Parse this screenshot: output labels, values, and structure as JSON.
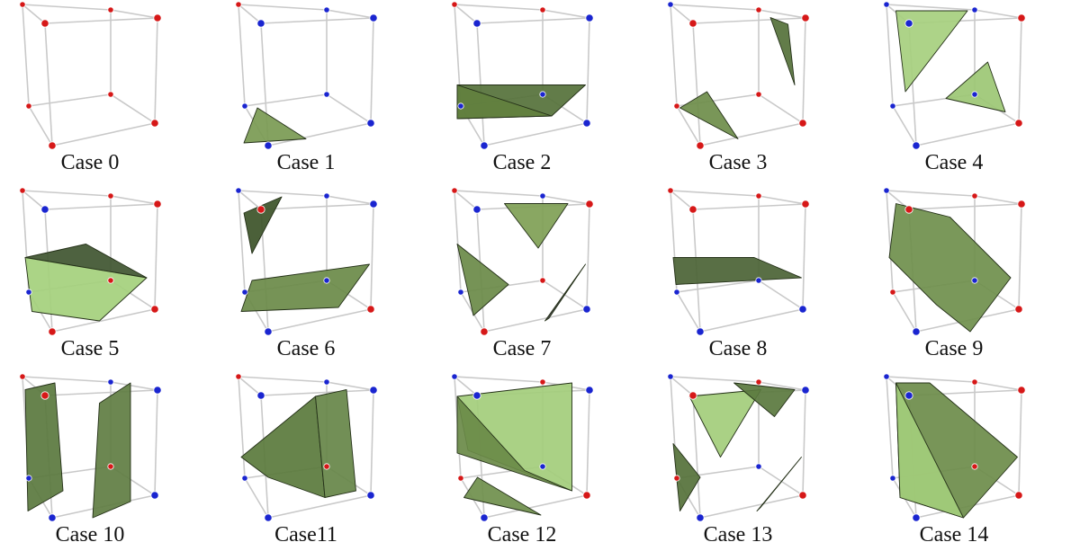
{
  "cases": [
    {
      "label": "Case 0",
      "verts": [
        "r",
        "r",
        "r",
        "r",
        "r",
        "r",
        "r",
        "r"
      ],
      "faces": []
    },
    {
      "label": "Case 1",
      "verts": [
        "r",
        "b",
        "b",
        "b",
        "b",
        "b",
        "b",
        "b"
      ],
      "faces": [
        {
          "pts": [
            [
              0.12,
              0.72
            ],
            [
              0.48,
              0.95
            ],
            [
              0.02,
              0.98
            ]
          ],
          "c": "#7a9a52"
        }
      ]
    },
    {
      "label": "Case 2",
      "verts": [
        "r",
        "r",
        "b",
        "b",
        "b",
        "b",
        "b",
        "b"
      ],
      "faces": [
        {
          "pts": [
            [
              0.0,
              0.55
            ],
            [
              0.95,
              0.55
            ],
            [
              0.7,
              0.78
            ],
            [
              0.0,
              0.8
            ]
          ],
          "c": "#55713a"
        },
        {
          "pts": [
            [
              0.0,
              0.55
            ],
            [
              0.7,
              0.78
            ],
            [
              0.0,
              0.8
            ]
          ],
          "c": "#62803f"
        }
      ]
    },
    {
      "label": "Case 3",
      "verts": [
        "b",
        "r",
        "r",
        "r",
        "r",
        "r",
        "r",
        "r"
      ],
      "faces": [
        {
          "pts": [
            [
              0.05,
              0.72
            ],
            [
              0.25,
              0.6
            ],
            [
              0.48,
              0.95
            ]
          ],
          "c": "#6e8d4a"
        },
        {
          "pts": [
            [
              0.72,
              0.05
            ],
            [
              0.85,
              0.1
            ],
            [
              0.9,
              0.55
            ]
          ],
          "c": "#55713a"
        }
      ]
    },
    {
      "label": "Case 4",
      "verts": [
        "b",
        "b",
        "r",
        "b",
        "b",
        "b",
        "r",
        "b"
      ],
      "faces": [
        {
          "pts": [
            [
              0.05,
              0.0
            ],
            [
              0.58,
              0.0
            ],
            [
              0.12,
              0.6
            ]
          ],
          "c": "#a6cf7e"
        },
        {
          "pts": [
            [
              0.42,
              0.65
            ],
            [
              0.73,
              0.38
            ],
            [
              0.86,
              0.75
            ]
          ],
          "c": "#9cc774"
        }
      ]
    },
    {
      "label": "Case 5",
      "verts": [
        "r",
        "r",
        "r",
        "b",
        "b",
        "r",
        "r",
        "r"
      ],
      "faces": [
        {
          "pts": [
            [
              0.0,
              0.45
            ],
            [
              0.45,
              0.35
            ],
            [
              0.9,
              0.6
            ]
          ],
          "c": "#3f5530"
        },
        {
          "pts": [
            [
              0.0,
              0.45
            ],
            [
              0.9,
              0.6
            ],
            [
              0.55,
              0.92
            ],
            [
              0.05,
              0.85
            ]
          ],
          "c": "#a4d07c"
        }
      ]
    },
    {
      "label": "Case 6",
      "verts": [
        "b",
        "b",
        "b",
        "r",
        "b",
        "b",
        "r",
        "b"
      ],
      "faces": [
        {
          "pts": [
            [
              0.02,
              0.12
            ],
            [
              0.3,
              0.0
            ],
            [
              0.08,
              0.42
            ]
          ],
          "c": "#3c5228"
        },
        {
          "pts": [
            [
              0.08,
              0.62
            ],
            [
              0.95,
              0.5
            ],
            [
              0.72,
              0.82
            ],
            [
              0.0,
              0.85
            ]
          ],
          "c": "#6a8a48"
        }
      ]
    },
    {
      "label": "Case 7",
      "verts": [
        "r",
        "b",
        "r",
        "b",
        "b",
        "r",
        "b",
        "r"
      ],
      "faces": [
        {
          "pts": [
            [
              0.35,
              0.05
            ],
            [
              0.82,
              0.05
            ],
            [
              0.6,
              0.38
            ]
          ],
          "c": "#7fa055"
        },
        {
          "pts": [
            [
              0.0,
              0.35
            ],
            [
              0.38,
              0.65
            ],
            [
              0.12,
              0.88
            ]
          ],
          "c": "#6a8a48"
        },
        {
          "pts": [
            [
              0.65,
              0.92
            ],
            [
              0.95,
              0.5
            ],
            [
              0.68,
              0.9
            ]
          ],
          "c": "#3a3a3a"
        }
      ]
    },
    {
      "label": "Case 8",
      "verts": [
        "r",
        "r",
        "r",
        "r",
        "b",
        "b",
        "b",
        "b"
      ],
      "faces": [
        {
          "pts": [
            [
              0.0,
              0.45
            ],
            [
              0.6,
              0.45
            ],
            [
              0.95,
              0.6
            ],
            [
              0.02,
              0.65
            ]
          ],
          "c": "#4b6335"
        }
      ]
    },
    {
      "label": "Case 9",
      "verts": [
        "b",
        "r",
        "r",
        "r",
        "r",
        "b",
        "r",
        "b"
      ],
      "faces": [
        {
          "pts": [
            [
              0.05,
              0.05
            ],
            [
              0.45,
              0.15
            ],
            [
              0.9,
              0.6
            ],
            [
              0.6,
              1.0
            ],
            [
              0.35,
              0.8
            ],
            [
              0.0,
              0.45
            ]
          ],
          "c": "#6f8f4c"
        }
      ]
    },
    {
      "label": "Case 10",
      "verts": [
        "r",
        "b",
        "b",
        "r",
        "b",
        "r",
        "b",
        "b"
      ],
      "faces": [
        {
          "pts": [
            [
              0.0,
              0.05
            ],
            [
              0.22,
              0.0
            ],
            [
              0.28,
              0.8
            ],
            [
              0.02,
              0.95
            ]
          ],
          "c": "#5a783e"
        },
        {
          "pts": [
            [
              0.55,
              0.15
            ],
            [
              0.78,
              0.0
            ],
            [
              0.78,
              0.88
            ],
            [
              0.5,
              1.0
            ]
          ],
          "c": "#5f7d42"
        }
      ]
    },
    {
      "label": "Case11",
      "verts": [
        "r",
        "b",
        "b",
        "b",
        "b",
        "r",
        "b",
        "b"
      ],
      "faces": [
        {
          "pts": [
            [
              0.0,
              0.55
            ],
            [
              0.55,
              0.1
            ],
            [
              0.62,
              0.85
            ],
            [
              0.2,
              0.7
            ]
          ],
          "c": "#5a7a3c"
        },
        {
          "pts": [
            [
              0.55,
              0.1
            ],
            [
              0.78,
              0.05
            ],
            [
              0.85,
              0.8
            ],
            [
              0.62,
              0.85
            ]
          ],
          "c": "#668648"
        }
      ]
    },
    {
      "label": "Case 12",
      "verts": [
        "b",
        "r",
        "b",
        "b",
        "r",
        "b",
        "r",
        "b"
      ],
      "faces": [
        {
          "pts": [
            [
              0.0,
              0.1
            ],
            [
              0.85,
              0.0
            ],
            [
              0.85,
              0.8
            ],
            [
              0.08,
              0.5
            ]
          ],
          "c": "#a3cd7b"
        },
        {
          "pts": [
            [
              0.0,
              0.1
            ],
            [
              0.5,
              0.65
            ],
            [
              0.85,
              0.8
            ],
            [
              0.0,
              0.52
            ]
          ],
          "c": "#6a8a48"
        },
        {
          "pts": [
            [
              0.05,
              0.85
            ],
            [
              0.15,
              0.7
            ],
            [
              0.62,
              0.98
            ]
          ],
          "c": "#6f8f4c"
        }
      ]
    },
    {
      "label": "Case 13",
      "verts": [
        "b",
        "r",
        "b",
        "r",
        "r",
        "b",
        "r",
        "b"
      ],
      "faces": [
        {
          "pts": [
            [
              0.12,
              0.1
            ],
            [
              0.65,
              0.05
            ],
            [
              0.35,
              0.55
            ]
          ],
          "c": "#a3cd7b"
        },
        {
          "pts": [
            [
              0.45,
              0.0
            ],
            [
              0.9,
              0.05
            ],
            [
              0.75,
              0.25
            ]
          ],
          "c": "#5a783e"
        },
        {
          "pts": [
            [
              0.0,
              0.45
            ],
            [
              0.2,
              0.7
            ],
            [
              0.05,
              0.95
            ]
          ],
          "c": "#55713a"
        },
        {
          "pts": [
            [
              0.62,
              0.95
            ],
            [
              0.95,
              0.55
            ],
            [
              0.65,
              0.92
            ]
          ],
          "c": "#2f2f2f"
        }
      ]
    },
    {
      "label": "Case 14",
      "verts": [
        "b",
        "r",
        "r",
        "b",
        "b",
        "r",
        "r",
        "b"
      ],
      "faces": [
        {
          "pts": [
            [
              0.05,
              0.0
            ],
            [
              0.3,
              0.0
            ],
            [
              0.95,
              0.55
            ],
            [
              0.55,
              1.0
            ],
            [
              0.08,
              0.85
            ]
          ],
          "c": "#6c8c4a"
        },
        {
          "pts": [
            [
              0.05,
              0.0
            ],
            [
              0.55,
              1.0
            ],
            [
              0.08,
              0.85
            ]
          ],
          "c": "#a3cd7b"
        }
      ]
    }
  ],
  "colors": {
    "red": "#d61818",
    "blue": "#1a25d0",
    "edge": "#c9c9c9"
  }
}
